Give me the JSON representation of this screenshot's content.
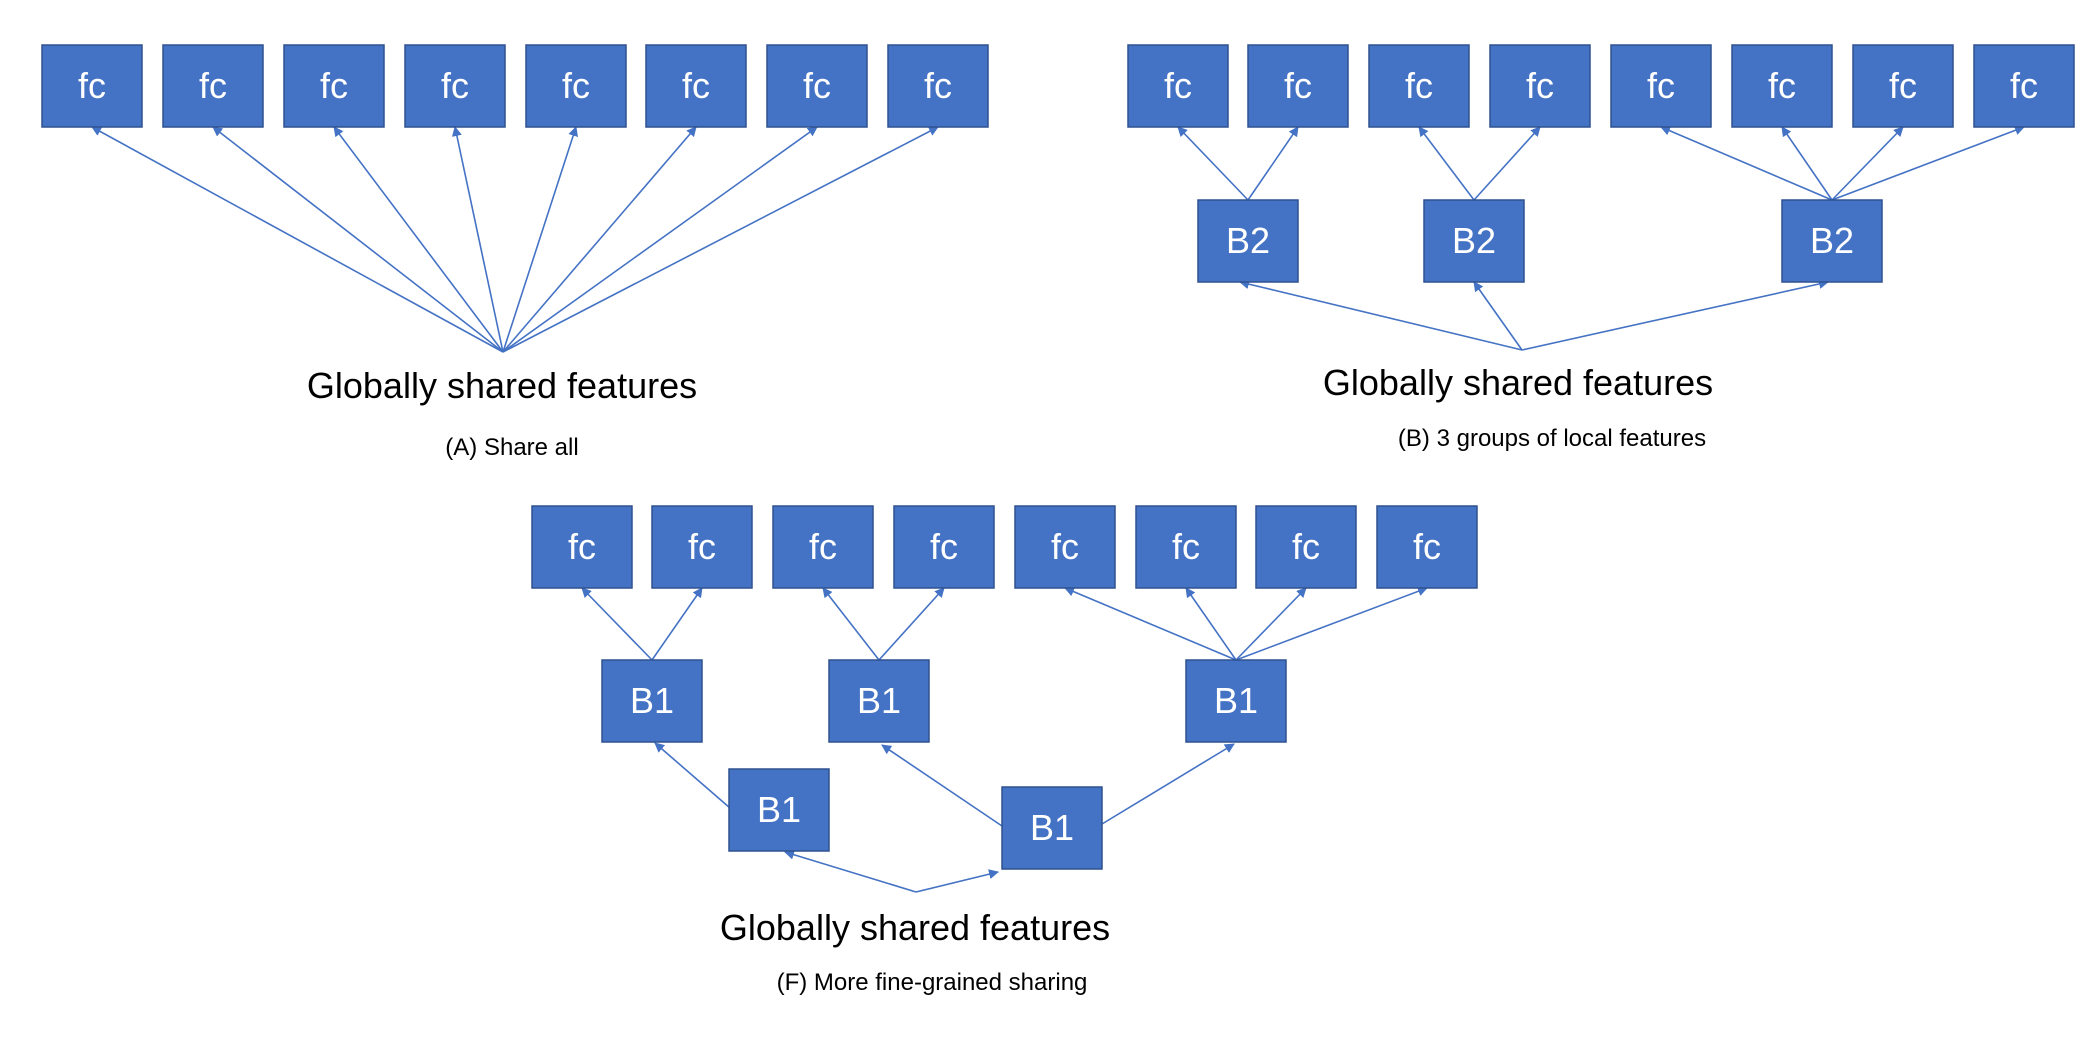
{
  "colors": {
    "block_fill": "#4472c4",
    "block_border": "#2f528f",
    "edge": "#4472c4",
    "text_on_block": "#ffffff",
    "caption_text": "#000000"
  },
  "block_labels": {
    "fc": "fc",
    "b2": "B2",
    "b1": "B1"
  },
  "panels": {
    "a": {
      "main_label": "Globally shared features",
      "caption": "(A) Share all"
    },
    "b": {
      "main_label": "Globally shared features",
      "caption": "(B) 3 groups of local features"
    },
    "f": {
      "main_label": "Globally shared features",
      "caption": "(F) More fine-grained sharing"
    }
  }
}
